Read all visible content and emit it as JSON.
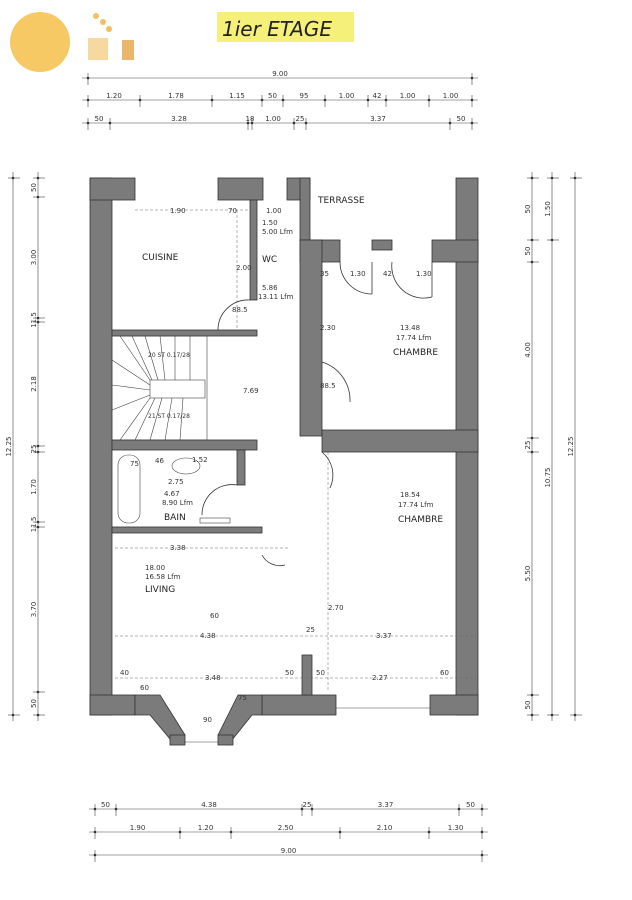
{
  "title": "1ier ETAGE",
  "colors": {
    "wall": "#7b7b7b",
    "highlight": "#f4f07a",
    "logo": "#f5c04a"
  },
  "rooms": {
    "cuisine": {
      "label": "CUISINE"
    },
    "wc": {
      "label": "WC",
      "area": "1.50",
      "lfm": "5.00 Lfm"
    },
    "hall": {
      "area": "5.86",
      "lfm": "13.11 Lfm",
      "landing": "7.69"
    },
    "terrasse": {
      "label": "TERRASSE"
    },
    "chambre1": {
      "label": "CHAMBRE",
      "area": "13.48",
      "lfm": "17.74 Lfm"
    },
    "chambre2": {
      "label": "CHAMBRE",
      "area": "18.54",
      "lfm": "17.74 Lfm"
    },
    "bain": {
      "label": "BAIN",
      "area": "4.67",
      "lfm": "8.90 Lfm"
    },
    "living": {
      "label": "LIVING",
      "area": "18.00",
      "lfm": "16.58 Lfm"
    },
    "stairs": {
      "top": "20 ST 0.17/28",
      "bottom": "21 ST 0.17/28"
    }
  },
  "dims": {
    "top_total": "9.00",
    "top_row2": [
      "1.20",
      "1.78",
      "1.15",
      "50",
      "95",
      "1.00",
      "42",
      "1.00",
      "1.00"
    ],
    "top_row3": [
      "50",
      "3.28",
      "18",
      "1.00",
      "25",
      "3.37",
      "50"
    ],
    "bottom_row1": [
      "50",
      "4.38",
      "25",
      "3.37",
      "50"
    ],
    "bottom_row2": [
      "1.90",
      "1.20",
      "2.50",
      "2.10",
      "1.30"
    ],
    "bottom_total": "9.00",
    "left_chain": [
      "50",
      "3.00",
      "11.5",
      "2.18",
      "25",
      "1.70",
      "11.5",
      "3.70",
      "50"
    ],
    "left_total": "12.25",
    "right_chain": [
      "50",
      "50",
      "4.00",
      "25",
      "5.50",
      "50"
    ],
    "right_mid": [
      "1.50",
      "10.75"
    ],
    "right_total": "12.25",
    "interior": [
      "1.90",
      "70",
      "2.00",
      "1.00",
      "88.5",
      "1.30",
      "42",
      "1.30",
      "35",
      "2.30",
      "88.5",
      "75",
      "46",
      "1.52",
      "2.75",
      "3.38",
      "4.38",
      "25",
      "3.37",
      "2.70",
      "40",
      "3.48",
      "50",
      "50",
      "2.27",
      "60",
      "60",
      "90",
      "75",
      "60"
    ]
  }
}
